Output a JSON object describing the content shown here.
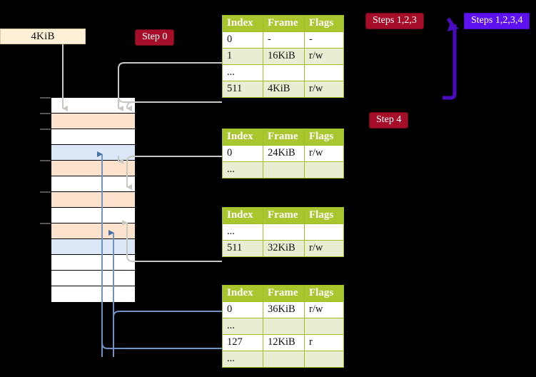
{
  "diagram": {
    "title_hidden": "",
    "size_box": {
      "label": "4KiB"
    },
    "badges": {
      "step0": "Step 0",
      "steps123": "Steps 1,2,3",
      "steps1234": "Steps 1,2,3,4",
      "step4": "Step 4"
    },
    "colors": {
      "badge_crimson": "#a50d28",
      "badge_violet": "#5f12f0",
      "table_header": "#a9c62e",
      "table_alt_row": "#e9eed3",
      "highlight": "#fbf59a",
      "memory_peach": "#fde3cd",
      "memory_blue": "#dce8f7",
      "size_box": "#fbefd5",
      "wire_gray": "#c9c9c4",
      "wire_blue": "#6f93c4",
      "background": "#000000"
    },
    "memory_column": {
      "rows": [
        {
          "fill": "white"
        },
        {
          "fill": "peach"
        },
        {
          "fill": "white"
        },
        {
          "fill": "blue"
        },
        {
          "fill": "peach"
        },
        {
          "fill": "white"
        },
        {
          "fill": "peach"
        },
        {
          "fill": "white"
        },
        {
          "fill": "peach"
        },
        {
          "fill": "blue"
        },
        {
          "fill": "white"
        },
        {
          "fill": "white"
        },
        {
          "fill": "white"
        }
      ]
    },
    "tables": [
      {
        "name": "page-table-level-0",
        "columns": [
          "Index",
          "Frame",
          "Flags"
        ],
        "rows": [
          {
            "cells": [
              "0",
              "-",
              "-"
            ],
            "alt": false,
            "highlight": false
          },
          {
            "cells": [
              "1",
              "16KiB",
              "r/w"
            ],
            "alt": true,
            "highlight": false
          },
          {
            "cells": [
              "...",
              "",
              ""
            ],
            "alt": false,
            "highlight": false
          },
          {
            "cells": [
              "511",
              "4KiB",
              "r/w"
            ],
            "alt": true,
            "highlight": true
          }
        ]
      },
      {
        "name": "page-table-level-1",
        "columns": [
          "Index",
          "Frame",
          "Flags"
        ],
        "rows": [
          {
            "cells": [
              "0",
              "24KiB",
              "r/w"
            ],
            "alt": false,
            "highlight": false
          },
          {
            "cells": [
              "...",
              "",
              ""
            ],
            "alt": true,
            "highlight": false
          }
        ]
      },
      {
        "name": "page-table-level-2",
        "columns": [
          "Index",
          "Frame",
          "Flags"
        ],
        "rows": [
          {
            "cells": [
              "...",
              "",
              ""
            ],
            "alt": false,
            "highlight": false
          },
          {
            "cells": [
              "511",
              "32KiB",
              "r/w"
            ],
            "alt": true,
            "highlight": false
          }
        ]
      },
      {
        "name": "page-table-level-3",
        "columns": [
          "Index",
          "Frame",
          "Flags"
        ],
        "rows": [
          {
            "cells": [
              "0",
              "36KiB",
              "r/w"
            ],
            "alt": false,
            "highlight": false
          },
          {
            "cells": [
              "...",
              "",
              ""
            ],
            "alt": true,
            "highlight": false
          },
          {
            "cells": [
              "127",
              "12KiB",
              "r"
            ],
            "alt": false,
            "highlight": false
          },
          {
            "cells": [
              "...",
              "",
              ""
            ],
            "alt": true,
            "highlight": false
          }
        ]
      }
    ]
  }
}
